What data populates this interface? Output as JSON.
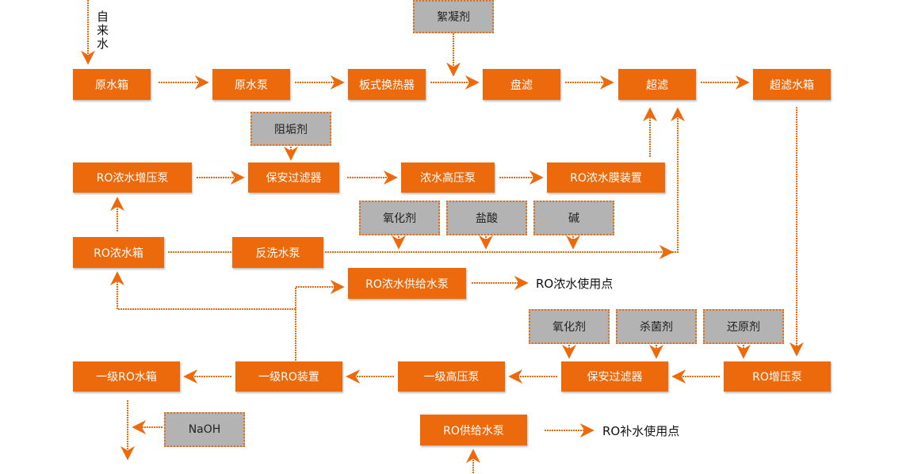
{
  "source_label": "自来水",
  "process": {
    "raw_tank": "原水箱",
    "raw_pump": "原水泵",
    "plate_hx": "板式换热器",
    "disc_filter": "盘滤",
    "uf": "超滤",
    "uf_tank": "超滤水箱",
    "ro_conc_booster": "RO浓水增压泵",
    "security_filter_1": "保安过滤器",
    "conc_hp_pump": "浓水高压泵",
    "ro_conc_membrane": "RO浓水膜装置",
    "ro_conc_tank": "RO浓水箱",
    "backwash_pump": "反洗水泵",
    "ro_conc_supply_pump": "RO浓水供给水泵",
    "stage1_ro_tank": "一级RO水箱",
    "stage1_ro_unit": "一级RO装置",
    "stage1_hp_pump": "一级高压泵",
    "security_filter_2": "保安过滤器",
    "ro_booster": "RO增压泵",
    "ro_supply_pump": "RO供给水泵"
  },
  "chemicals": {
    "flocculant": "絮凝剂",
    "antiscalant": "阻垢剂",
    "oxidant_1": "氧化剂",
    "hcl": "盐酸",
    "alkali": "碱",
    "oxidant_2": "氧化剂",
    "biocide": "杀菌剂",
    "reductant": "还原剂",
    "naoh": "NaOH"
  },
  "endpoints": {
    "ro_conc_use": "RO浓水使用点",
    "ro_makeup_use": "RO补水使用点"
  },
  "colors": {
    "process": "#ec6a0c",
    "chemical": "#b3b3b3"
  }
}
